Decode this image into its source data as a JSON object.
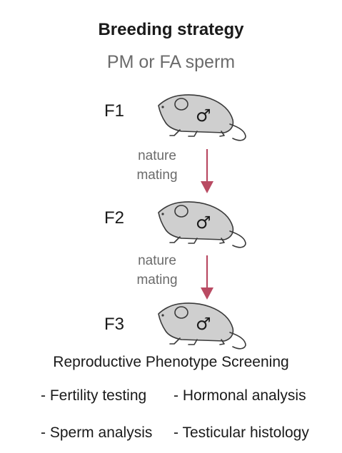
{
  "title": "Breeding strategy",
  "subtitle": "PM or FA sperm",
  "generations": [
    {
      "label": "F1",
      "symbol": "♂"
    },
    {
      "label": "F2",
      "symbol": "♂"
    },
    {
      "label": "F3",
      "symbol": "♂"
    }
  ],
  "transitions": [
    {
      "line1": "nature",
      "line2": "mating"
    },
    {
      "line1": "nature",
      "line2": "mating"
    }
  ],
  "screening": {
    "heading": "Reproductive Phenotype Screening",
    "items": [
      "- Fertility testing",
      "- Hormonal analysis",
      "- Sperm analysis",
      "- Testicular histology"
    ]
  },
  "colors": {
    "mouse_fill": "#cfcfcf",
    "mouse_stroke": "#3a3a3a",
    "arrow": "#b94a62",
    "grey_text": "#6b6b6b"
  },
  "icons": [
    "mouse-icon",
    "male-symbol-icon",
    "down-arrow-icon"
  ]
}
